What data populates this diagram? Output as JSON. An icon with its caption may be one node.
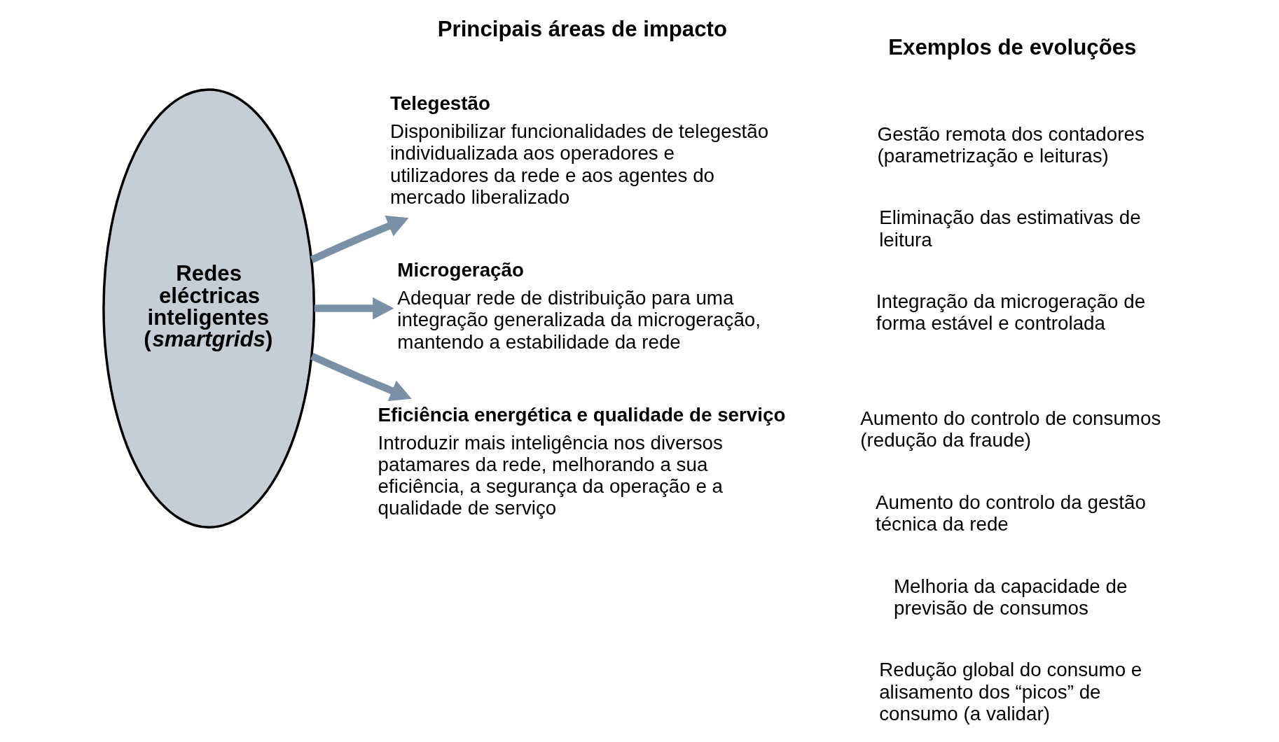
{
  "diagram": {
    "nodes": [
      {
        "text": [
          "Redes eléctricas inteligentes (*smartgrids*)"
        ]
      },
      {
        "text": [
          "Telegestão",
          "Disponibilizar funcionalidades de telegestão individualizada aos operadores e utilizadores da rede e aos agentes do mercado liberalizado"
        ]
      },
      {
        "text": [
          "Microgeração",
          "Adequar rede de distribuição para uma integração generalizada da microgeração, mantendo a estabilidade da rede"
        ]
      },
      {
        "text": [
          "Eficiência energética e qualidade de serviço",
          "Introduzir mais inteligência nos diversos patamares da rede, melhorando a sua eficiência, a segurança da operação e a qualidade de serviço"
        ]
      }
    ],
    "edges": [
      {
        "from": 0,
        "to": 1,
        "arrow": "to"
      },
      {
        "from": 0,
        "to": 2,
        "arrow": "to"
      },
      {
        "from": 0,
        "to": 3,
        "arrow": "to"
      }
    ],
    "labels": [
      "Principais áreas de impacto",
      "Exemplos de evoluções",
      "Gestão remota dos contadores (parametrização e leituras)",
      "Eliminação das estimativas de leitura",
      "Integração da microgeração de forma estável e controlada",
      "Aumento do controlo de consumos (redução da fraude)",
      "Aumento do controlo da gestão técnica da rede",
      "Melhoria da capacidade de previsão de consumos",
      "Redução global do consumo e alisamento dos “picos” de consumo (a validar)"
    ]
  }
}
